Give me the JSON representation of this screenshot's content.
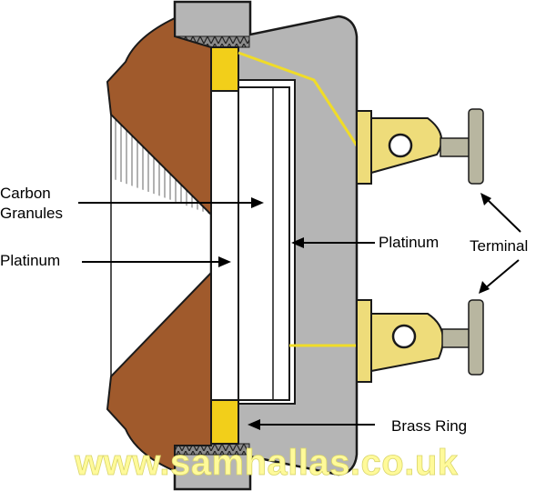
{
  "labels": {
    "carbon_line1": "Carbon",
    "carbon_line2": "Granules",
    "platinum_left": "Platinum",
    "platinum_right": "Platinum",
    "terminal": "Terminal",
    "brass_ring": "Brass Ring"
  },
  "watermark": "www.samhallas.co.uk",
  "colors": {
    "housing": "#b5b5b5",
    "mouthpiece": "#a05a2c",
    "brass": "#f2cf1a",
    "wire": "#f0dc28",
    "terminal_brass": "#eedc7a",
    "knob": "#b8b6a0",
    "watermark": "#fffa9a"
  }
}
